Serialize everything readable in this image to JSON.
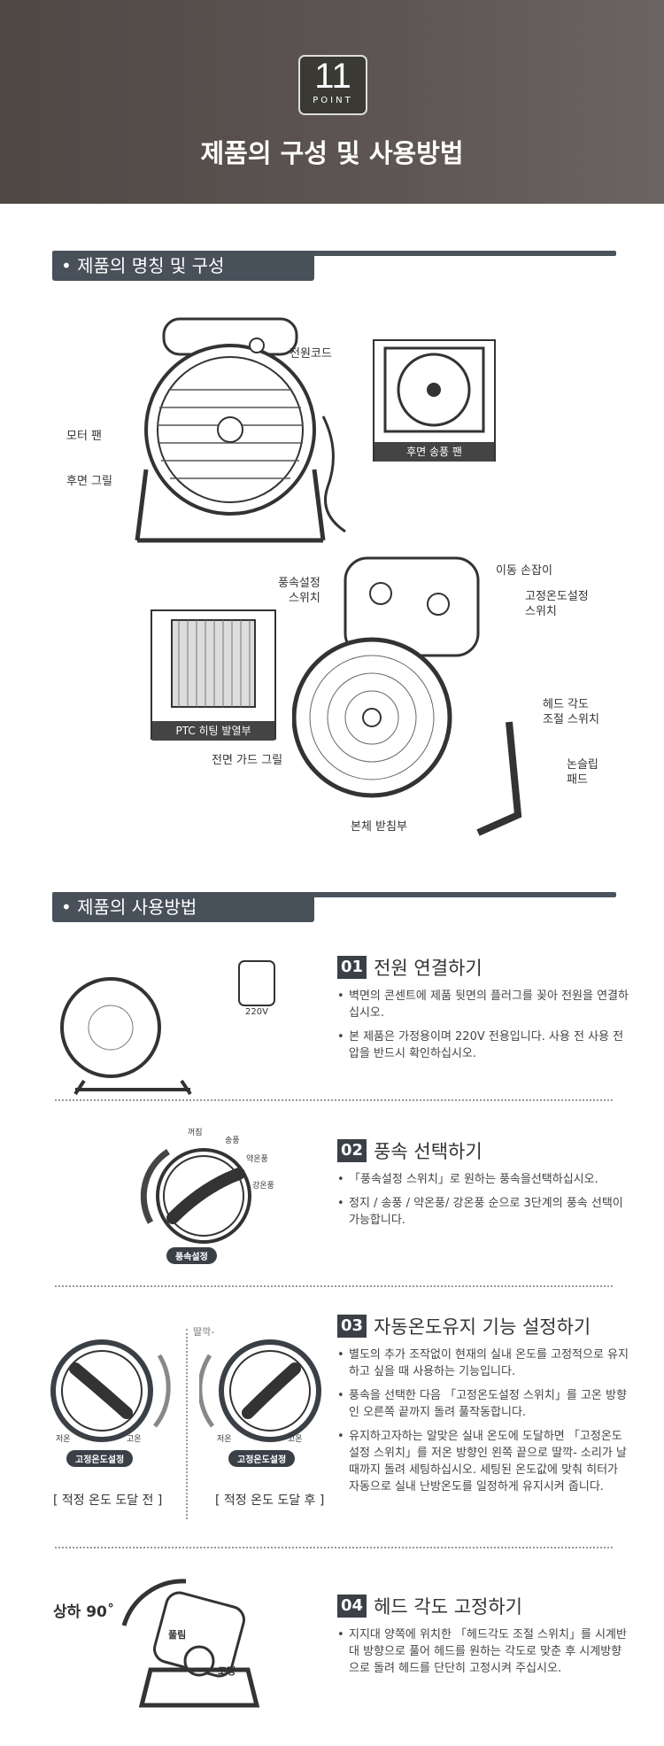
{
  "header": {
    "badge_number": "11",
    "badge_word": "POINT",
    "title": "제품의 구성 및 사용방법"
  },
  "section1": {
    "title": "• 제품의 명칭 및 구성",
    "labels": {
      "power_cord": "전원코드",
      "motor_fan": "모터 팬",
      "rear_grill": "후면 그릴",
      "rear_fan": "후면 송풍 팬",
      "handle": "이동 손잡이",
      "speed_switch": "풍속설정\n스위치",
      "temp_switch": "고정온도설정\n스위치",
      "ptc": "PTC 히팅 발열부",
      "head_switch": "헤드 각도\n조절 스위치",
      "front_guard": "전면 가드 그릴",
      "nonslip": "논슬립\n패드",
      "base": "본체 받침부"
    }
  },
  "section2": {
    "title": "• 제품의 사용방법",
    "steps": [
      {
        "num": "01",
        "title": "전원 연결하기",
        "bullets": [
          "벽면의 콘센트에 제품 뒷면의 플러그를 꽂아 전원을 연결하십시오.",
          "본 제품은 가정용이며 220V 전용입니다. 사용 전 사용 전압을 반드시 확인하십시오."
        ],
        "image_label": "220V"
      },
      {
        "num": "02",
        "title": "풍속 선택하기",
        "bullets": [
          "「풍속설정 스위치」로 원하는 풍속을선택하십시오.",
          "정지 / 송풍 / 약온풍/ 강온풍 순으로 3단계의 풍속 선택이 가능합니다."
        ],
        "dial": {
          "off": "꺼짐",
          "fan": "송풍",
          "low": "약온풍",
          "high": "강온풍",
          "pill": "풍속설정"
        }
      },
      {
        "num": "03",
        "title": "자동온도유지 기능 설정하기",
        "bullets": [
          "별도의 추가 조작없이 현재의 실내 온도를 고정적으로 유지하고 싶을 때 사용하는 기능입니다.",
          "풍속을 선택한 다음 「고정온도설정 스위치」를 고온 방향인 오른쪽 끝까지 돌려 풀작동합니다.",
          "유지하고자하는 알맞은 실내 온도에 도달하면 「고정온도 설정 스위치」를 저온 방향인 왼쪽 끝으로 딸깍- 소리가 날 때까지 돌려 세팅하십시오. 세팅된 온도값에 맞춰 히터가 자동으로 실내 난방온도를 일정하게 유지시켜 줍니다."
        ],
        "dial": {
          "low": "저온",
          "high": "고온",
          "pill": "고정온도설정",
          "click": "딸깍-",
          "before": "[ 적정 온도 도달 전 ]",
          "after": "[ 적정 온도 도달 후 ]"
        }
      },
      {
        "num": "04",
        "title": "헤드 각도 고정하기",
        "bullets": [
          "지지대 양쪽에 위치한 「헤드각도 조절 스위치」를 시계반대 방향으로 풀어 헤드를 원하는 각도로 맞춘 후 시계방향으로 돌려 헤드를 단단히 고정시켜 주십시오."
        ],
        "image": {
          "angle": "상하 90˚",
          "loosen": "풀림",
          "fix": "고정"
        }
      }
    ]
  }
}
